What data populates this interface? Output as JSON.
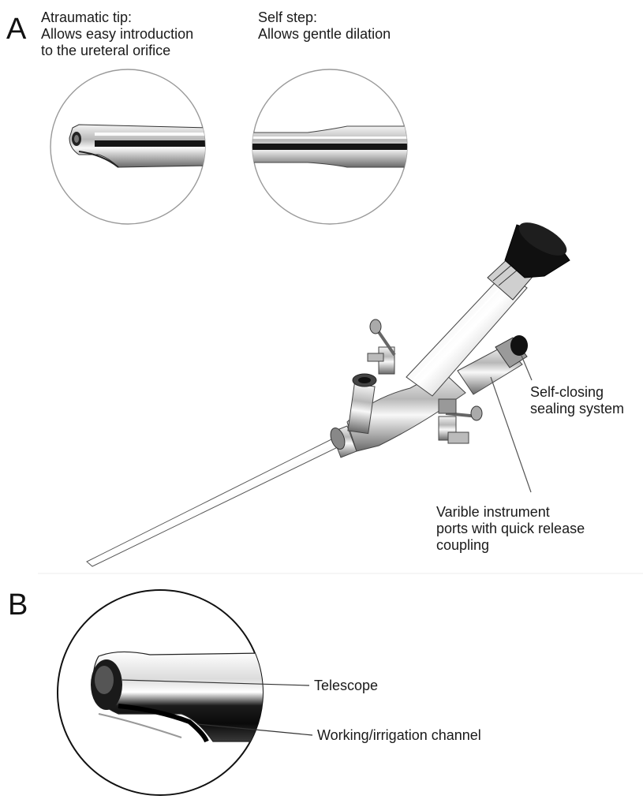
{
  "panel_a": {
    "letter": "A",
    "callout_tip": {
      "title": "Atraumatic tip:",
      "lines": [
        "Allows easy introduction",
        "to the ureteral orifice"
      ]
    },
    "callout_step": {
      "title": "Self step:",
      "lines": [
        "Allows gentle dilation"
      ]
    },
    "callout_seal": {
      "lines": [
        "Self-closing",
        "sealing system"
      ]
    },
    "callout_ports": {
      "lines": [
        "Varible instrument",
        "ports with quick release",
        "coupling"
      ]
    }
  },
  "panel_b": {
    "letter": "B",
    "label_telescope": "Telescope",
    "label_channel": "Working/irrigation channel"
  }
}
